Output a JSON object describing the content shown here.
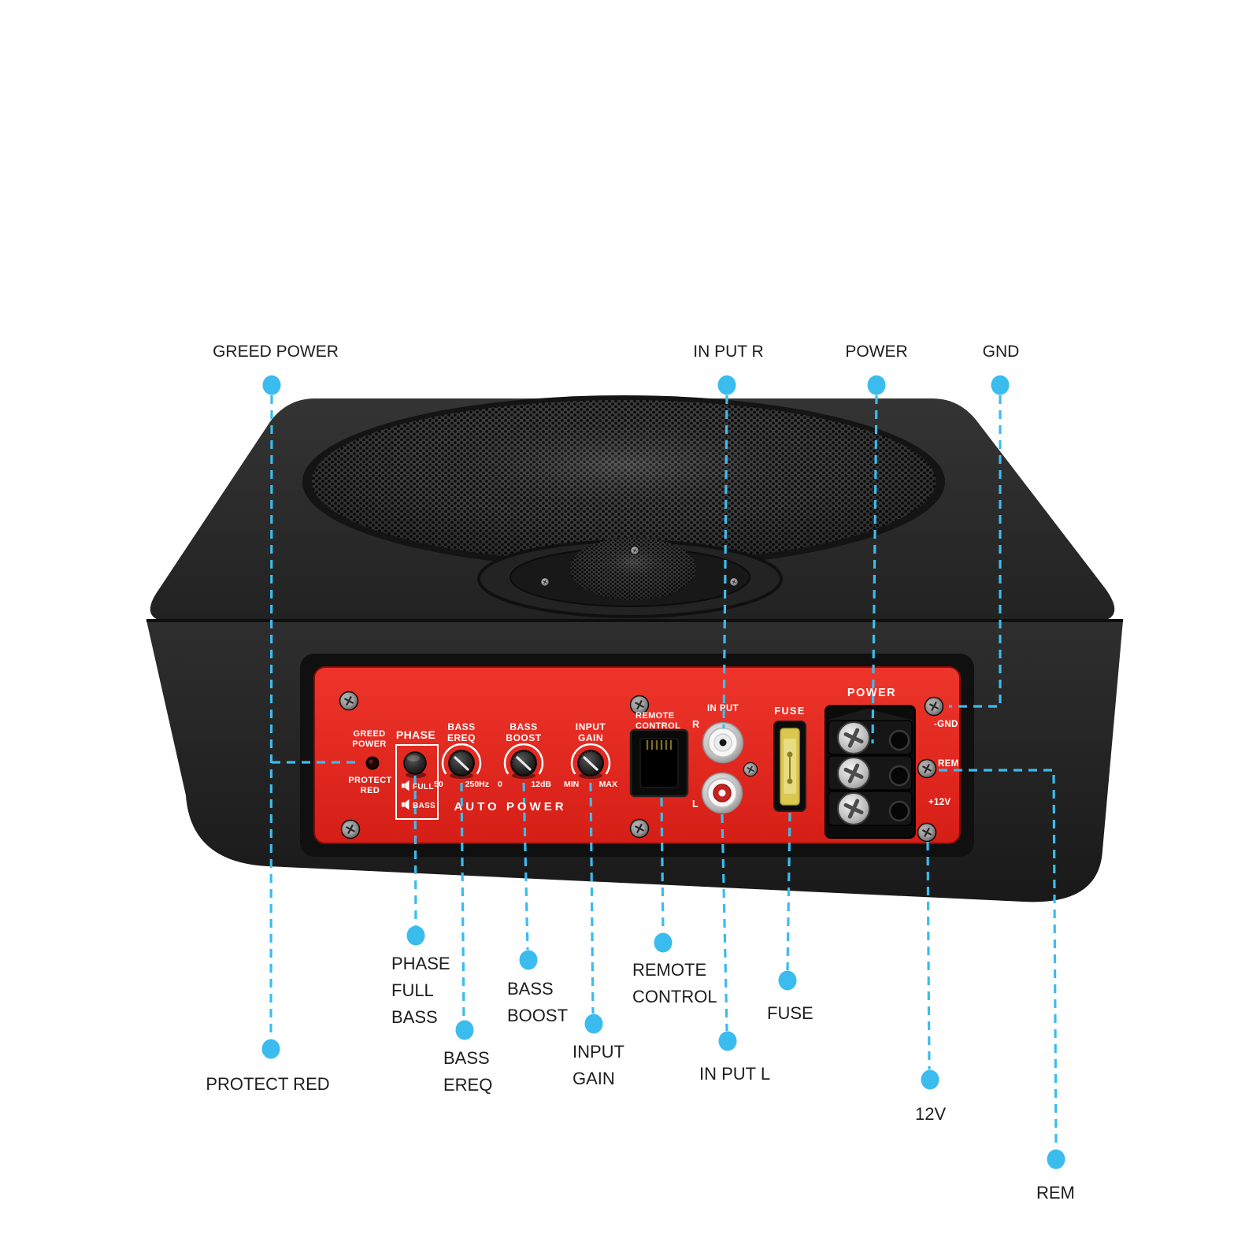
{
  "colors": {
    "accent": "#3bbcee",
    "panel_red": "#e2231d",
    "fuse_yellow": "#d9c74f",
    "body_black": "#232323",
    "label_text": "#1d1d1d",
    "panel_text": "#ffffff"
  },
  "callouts": {
    "greed_power": "GREED POWER",
    "input_r": "IN PUT R",
    "power": "POWER",
    "gnd": "GND",
    "phase_full_bass": "PHASE\nFULL\nBASS",
    "bass_ereq": "BASS\nEREQ",
    "bass_boost": "BASS\nBOOST",
    "input_gain": "INPUT\nGAIN",
    "remote_control": "REMOTE\nCONTROL",
    "input_l": "IN PUT L",
    "fuse": "FUSE",
    "v12": "12V",
    "rem": "REM",
    "protect_red": "PROTECT RED"
  },
  "panel": {
    "indicator_top": "GREED\nPOWER",
    "indicator_bottom": "PROTECT\nRED",
    "phase": {
      "title": "PHASE",
      "opt1": "FULL",
      "opt2": "BASS"
    },
    "knobs": [
      {
        "title": "BASS\nEREQ",
        "min": "50",
        "max": "250Hz"
      },
      {
        "title": "BASS\nBOOST",
        "min": "0",
        "max": "12dB"
      },
      {
        "title": "INPUT\nGAIN",
        "min": "MIN",
        "max": "MAX"
      }
    ],
    "auto_power": "AUTO POWER",
    "remote": "REMOTE\nCONTROL",
    "input": {
      "title": "IN PUT",
      "r": "R",
      "l": "L"
    },
    "fuse": "FUSE",
    "power": "POWER",
    "terminals": {
      "gnd": "-GND",
      "rem": "REM",
      "v12": "+12V"
    }
  }
}
